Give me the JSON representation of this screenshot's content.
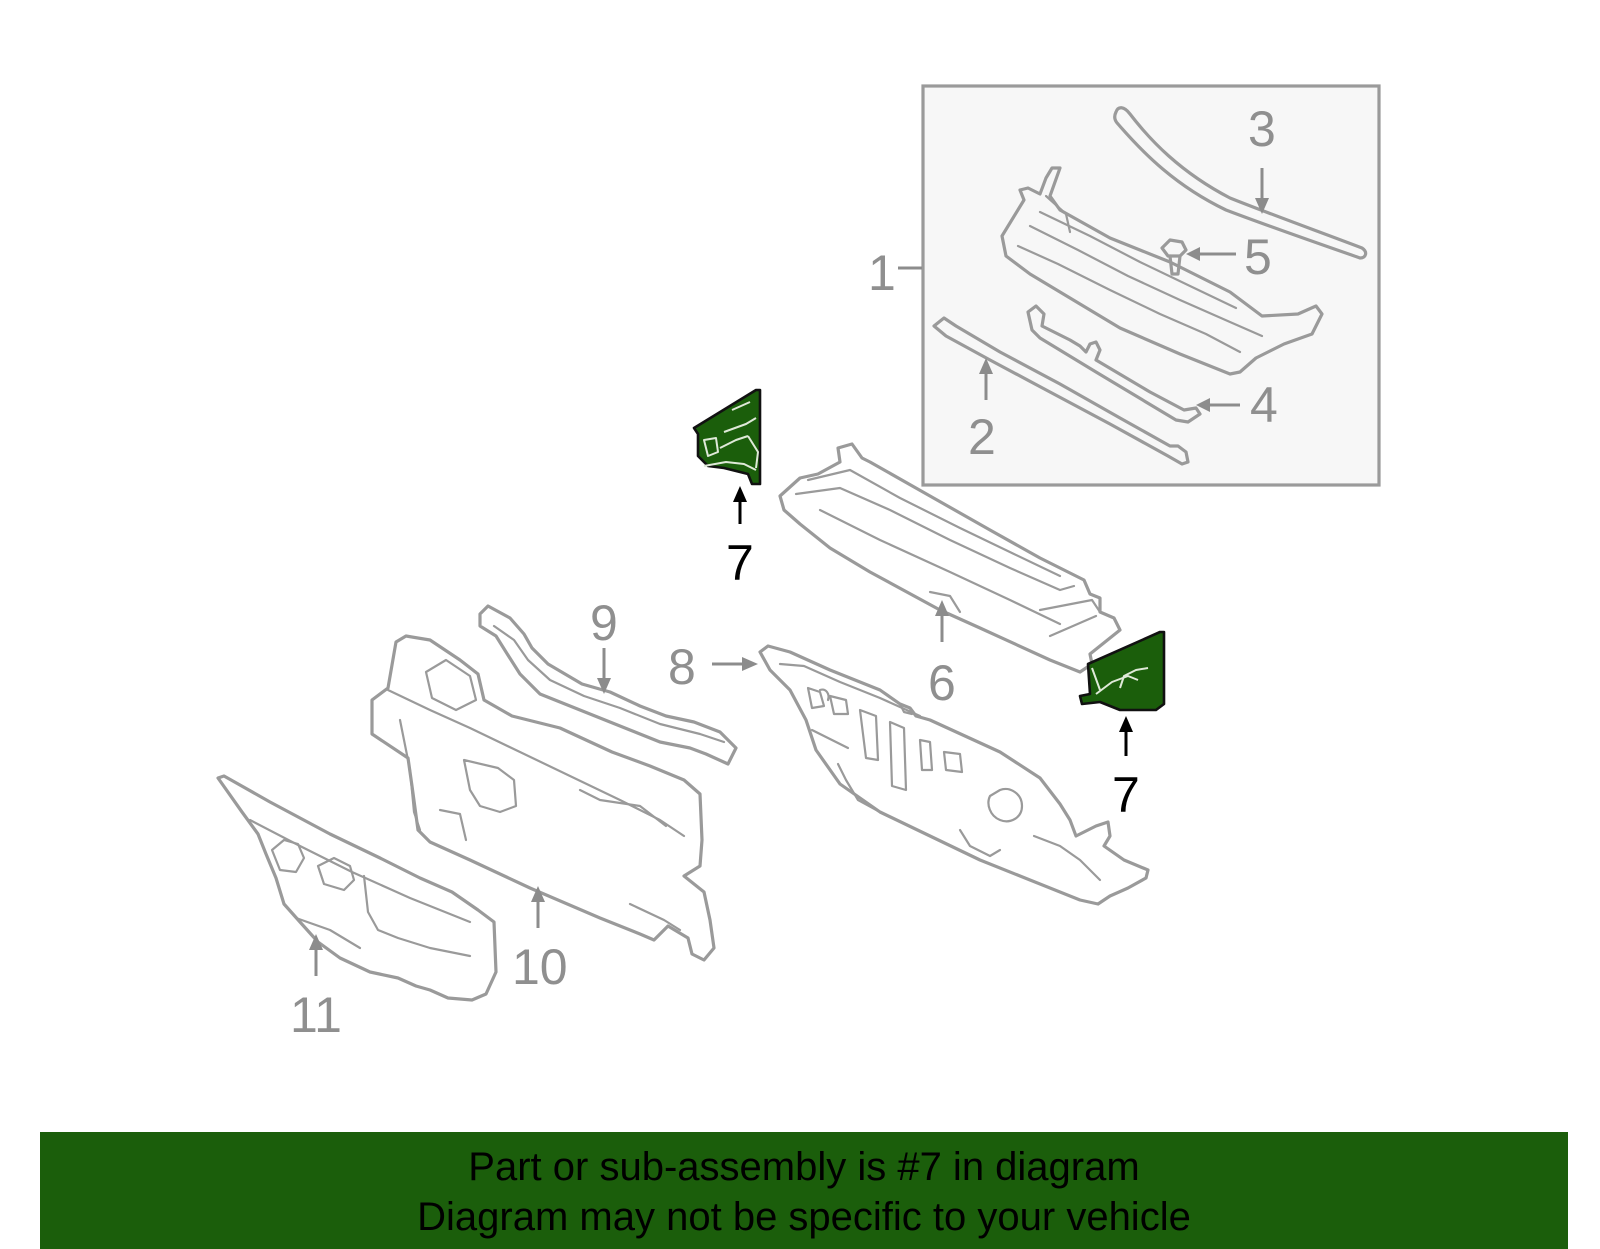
{
  "colors": {
    "highlight": "#1b5e0b",
    "banner": "#1b5e0b",
    "part_outline": "#9a9a9a",
    "label_gray": "#8f8f8f",
    "label_highlight": "#000000",
    "inset_fill": "#f7f7f7"
  },
  "highlighted_part": "7",
  "callouts": [
    {
      "id": "1",
      "text": "1"
    },
    {
      "id": "2",
      "text": "2"
    },
    {
      "id": "3",
      "text": "3"
    },
    {
      "id": "4",
      "text": "4"
    },
    {
      "id": "5",
      "text": "5"
    },
    {
      "id": "6",
      "text": "6"
    },
    {
      "id": "7a",
      "text": "7"
    },
    {
      "id": "7b",
      "text": "7"
    },
    {
      "id": "8",
      "text": "8"
    },
    {
      "id": "9",
      "text": "9"
    },
    {
      "id": "10",
      "text": "10"
    },
    {
      "id": "11",
      "text": "11"
    }
  ],
  "banner": {
    "line1": "Part or sub-assembly is #7 in diagram",
    "line2": "Diagram may not be specific to your vehicle"
  }
}
